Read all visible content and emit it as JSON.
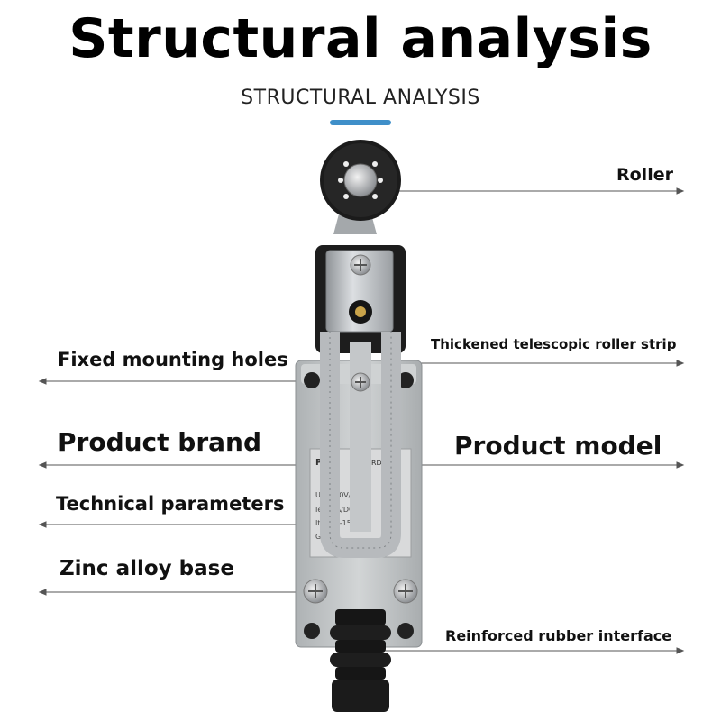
{
  "header": {
    "title": "Structural analysis",
    "subtitle": "STRUCTURAL ANALYSIS",
    "accent_color": "#3f8fc9"
  },
  "labels": {
    "roller": "Roller",
    "strip": "Thickened telescopic roller strip",
    "holes": "Fixed mounting holes",
    "brand": "Product brand",
    "model": "Product model",
    "params": "Technical parameters",
    "base": "Zinc alloy base",
    "rubber": "Reinforced rubber interface"
  },
  "nameplate": {
    "brand_text": "PE",
    "model_text": "RDLX",
    "lines": [
      "Ue: 380V/D",
      "Ie: 95A/DC",
      "Ith: AC-15,",
      "GB 8.5"
    ]
  },
  "colors": {
    "body": "#c8cbcc",
    "metal": "#b9bcc0",
    "black_part": "#1a1a1a",
    "leader_line": "#555555"
  }
}
